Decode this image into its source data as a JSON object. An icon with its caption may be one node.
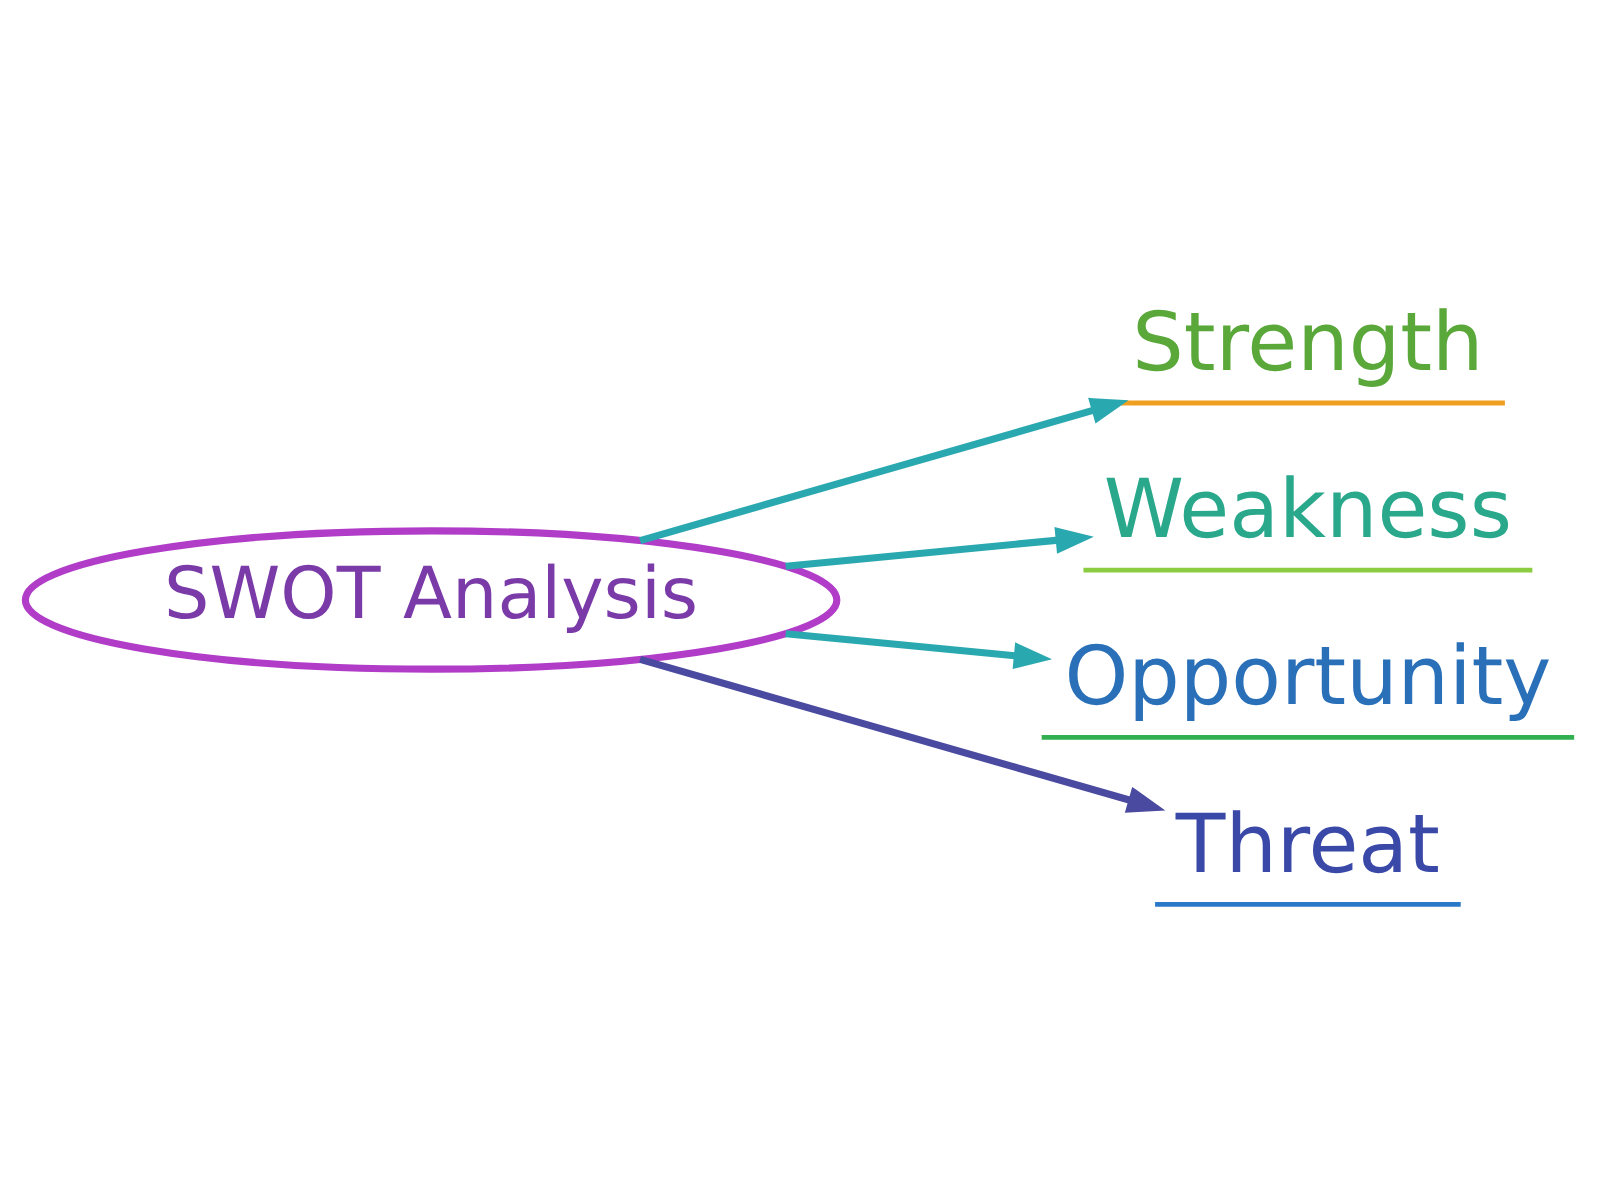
{
  "diagram": {
    "nodes": [
      {
        "text": [
          "SWOT Analysis"
        ]
      },
      {
        "text": [
          "Strength"
        ]
      },
      {
        "text": [
          "Weakness"
        ]
      },
      {
        "text": [
          "Opportunity"
        ]
      },
      {
        "text": [
          "Threat"
        ]
      }
    ],
    "edges": [
      {
        "from": 0,
        "to": 1,
        "arrow": "to"
      },
      {
        "from": 0,
        "to": 2,
        "arrow": "to"
      },
      {
        "from": 0,
        "to": 3,
        "arrow": "to"
      },
      {
        "from": 0,
        "to": 4,
        "arrow": "to",
        "color": "#4a4aa0"
      }
    ]
  }
}
